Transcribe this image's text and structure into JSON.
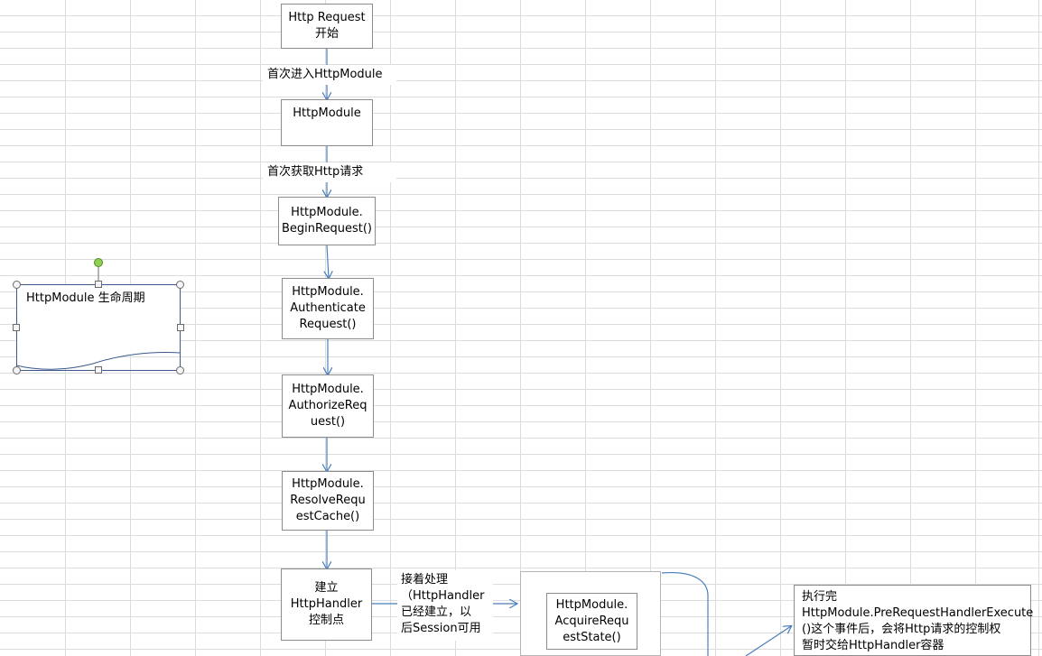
{
  "colors": {
    "grid": "#dadcdd",
    "arrow": "#4a7ebb",
    "box_border": "#8c8c8c",
    "selection": "#3c5a8c"
  },
  "nodes": {
    "start": "Http Request\n开始",
    "module": "HttpModule",
    "begin_request": "HttpModule.\nBeginRequest()",
    "authenticate": "HttpModule.\nAuthenticate\nRequest()",
    "authorize": "HttpModule.\nAuthorizeReq\nuest()",
    "resolve_cache": "HttpModule.\nResolveRequ\nestCache()",
    "create_handler": "建立\nHttpHandler\n控制点",
    "acquire_state": "HttpModule.\nAcquireRequ\nestState()",
    "after_execute": "执行完\nHttpModule.PreRequestHandlerExecute\n()这个事件后，会将Http请求的控制权\n暂时交给HttpHandler容器"
  },
  "edge_labels": {
    "first_enter": "首次进入HttpModule",
    "first_get": "首次获取Http请求",
    "then_process": "接着处理\n（HttpHandler\n已经建立，以\n后Session可用"
  },
  "selected_shape": {
    "title": "HttpModule 生命周期"
  }
}
